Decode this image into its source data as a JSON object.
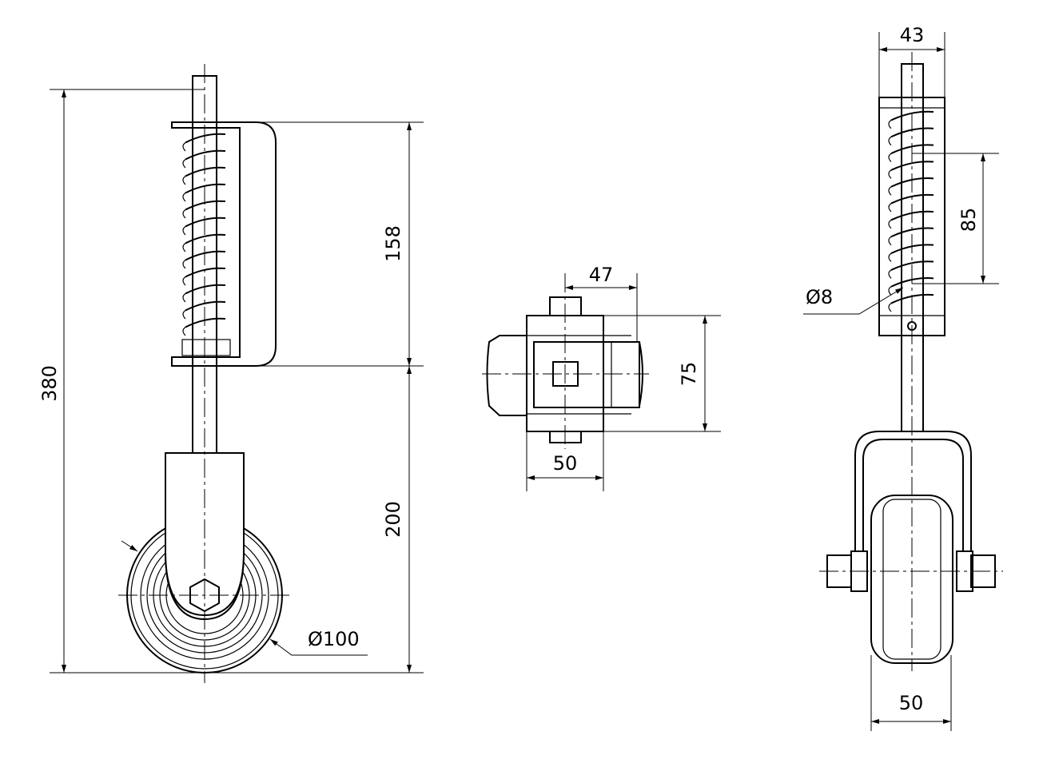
{
  "side_view": {
    "total_height": "380",
    "spring_height": "158",
    "lower_height": "200",
    "wheel_diameter": "Ø100"
  },
  "top_view": {
    "offset": "47",
    "length": "75",
    "width": "50"
  },
  "front_view": {
    "housing_width": "43",
    "pin_spacing": "85",
    "pin_diameter": "Ø8",
    "wheel_width": "50"
  }
}
